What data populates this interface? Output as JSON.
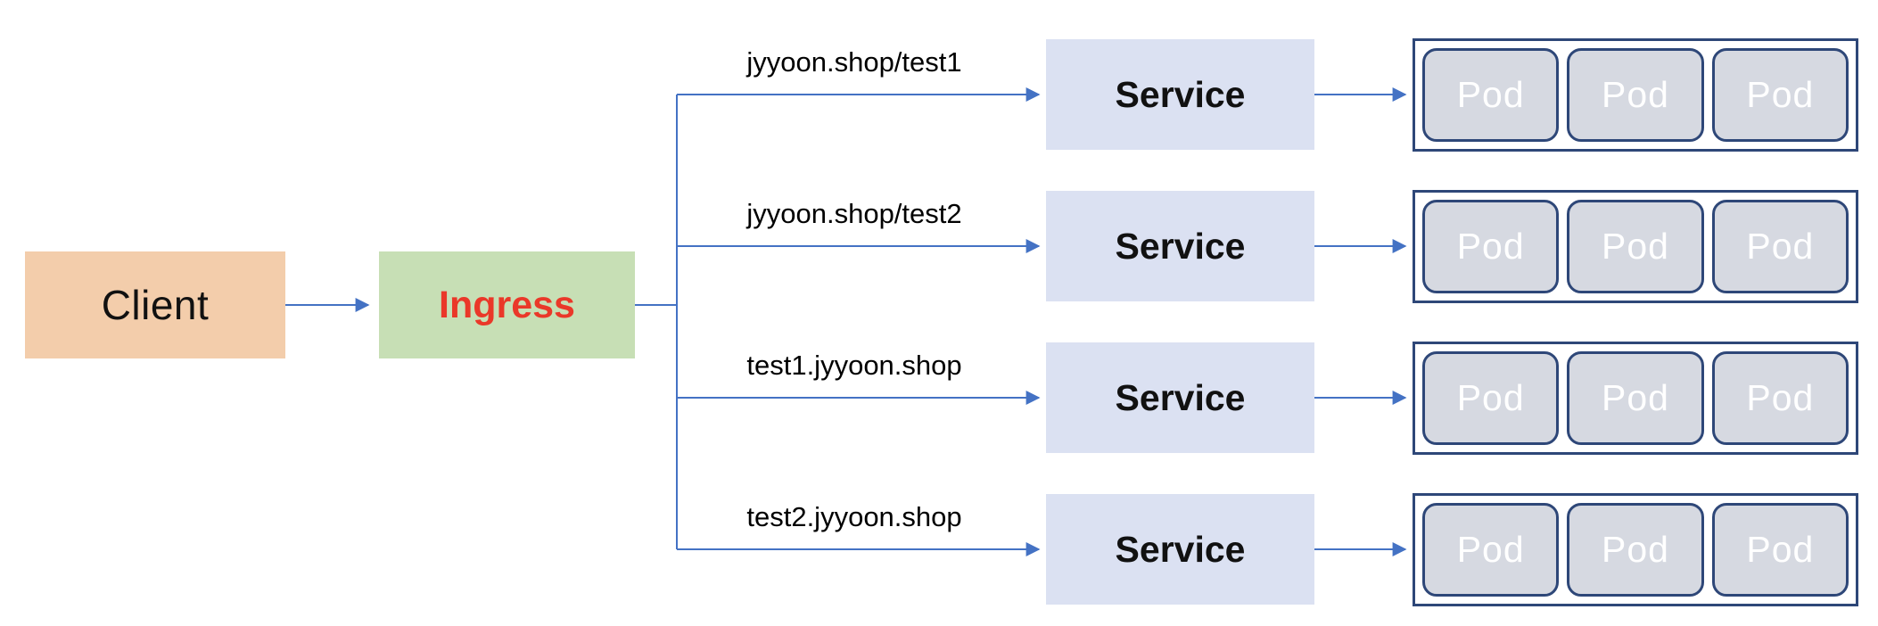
{
  "diagram": {
    "nodes": {
      "client": {
        "label": "Client"
      },
      "ingress": {
        "label": "Ingress"
      }
    },
    "routes": [
      {
        "rule": "jyyoon.shop/test1",
        "service": "Service",
        "pods": [
          "Pod",
          "Pod",
          "Pod"
        ]
      },
      {
        "rule": "jyyoon.shop/test2",
        "service": "Service",
        "pods": [
          "Pod",
          "Pod",
          "Pod"
        ]
      },
      {
        "rule": "test1.jyyoon.shop",
        "service": "Service",
        "pods": [
          "Pod",
          "Pod",
          "Pod"
        ]
      },
      {
        "rule": "test2.jyyoon.shop",
        "service": "Service",
        "pods": [
          "Pod",
          "Pod",
          "Pod"
        ]
      }
    ],
    "colors": {
      "client_fill": "#F3CDAB",
      "client_text": "#111111",
      "ingress_fill": "#C7DFB5",
      "ingress_text": "#EA3829",
      "service_fill": "#DBE1F2",
      "service_text": "#111111",
      "pod_fill": "#D6D9E1",
      "pod_text": "#FFFFFF",
      "pod_border": "#2E4778",
      "pod_group_border": "#2E4778",
      "rule_text": "#000000",
      "connector": "#4472C4"
    }
  }
}
